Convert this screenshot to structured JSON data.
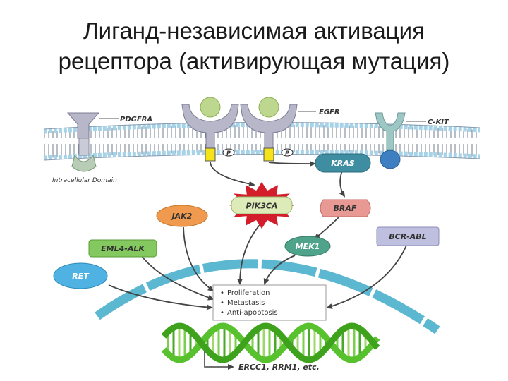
{
  "slide": {
    "title_line1": "Лиганд-независимая активация",
    "title_line2": "рецептора (активирующая мутация)"
  },
  "diagram": {
    "receptors": {
      "pdgfra": "PDGFRA",
      "egfr": "EGFR",
      "ckit": "C-KIT",
      "intracellular": "Intracellular Domain",
      "phospho": "P"
    },
    "nodes": {
      "kras": "KRAS",
      "pik3ca": "PIK3CA",
      "braf": "BRAF",
      "jak2": "JAK2",
      "eml4_alk": "EML4-ALK",
      "mek1": "MEK1",
      "bcr_abl": "BCR-ABL",
      "ret": "RET"
    },
    "outcomes": [
      "Proliferation",
      "Metastasis",
      "Anti-apoptosis"
    ],
    "dna_label": "ERCC1, RRM1, etc."
  },
  "colors": {
    "membrane_top": "#8a9bb0",
    "membrane_head": "#a7d3e8",
    "receptor_grey": "#b7b7c9",
    "ligand": "#bed78f",
    "phospho_yellow": "#f4e21a",
    "kras": "#3e8da0",
    "pik3ca_star": "#d31d2a",
    "braf": "#e89993",
    "jak2": "#ef9a4e",
    "eml4_alk": "#84c95f",
    "mek1": "#4ea38a",
    "bcr_abl": "#bfbfdf",
    "ret": "#4fb2e3",
    "nucleus": "#5cb8d0",
    "dna_green": "#57c12e"
  }
}
